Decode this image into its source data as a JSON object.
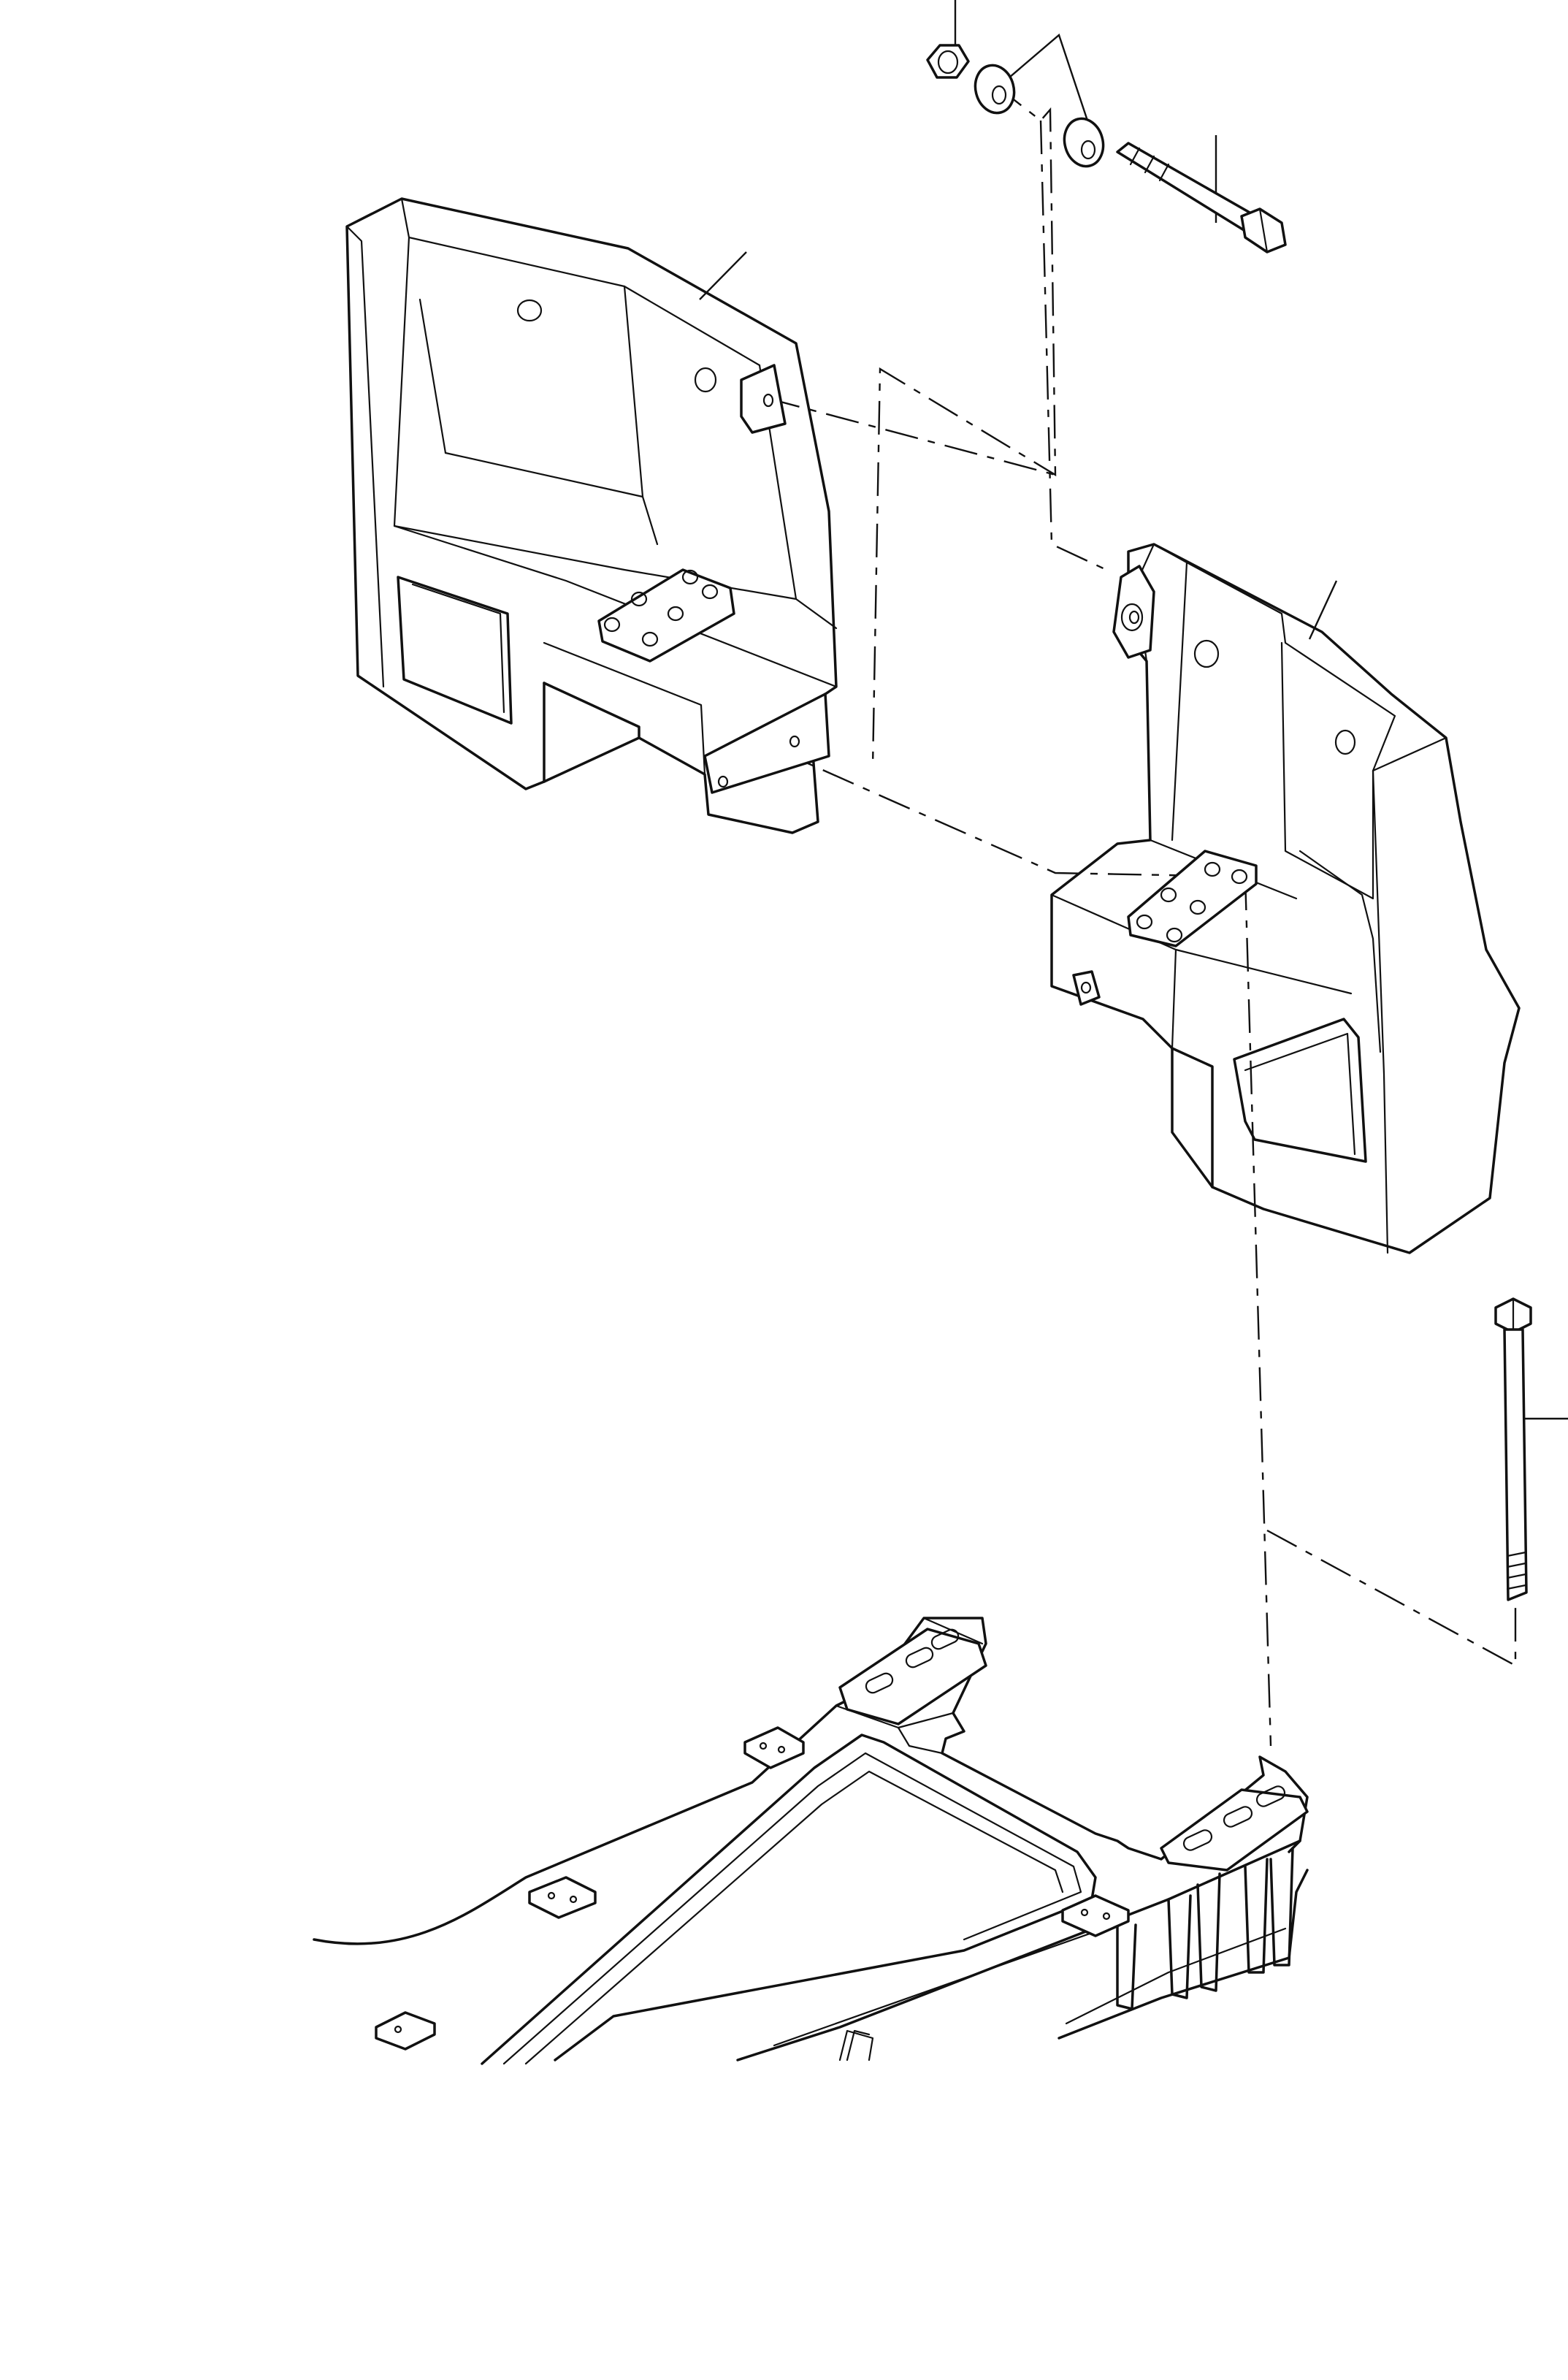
{
  "diagram": {
    "type": "exploded-parts-view",
    "text_labels": [],
    "parts": [
      {
        "id": "nut",
        "icon": "hex-nut-icon"
      },
      {
        "id": "washer-1",
        "icon": "washer-icon"
      },
      {
        "id": "washer-2",
        "icon": "washer-icon"
      },
      {
        "id": "short-bolt",
        "icon": "hex-bolt-icon"
      },
      {
        "id": "counterweight-left",
        "icon": "counterweight-icon"
      },
      {
        "id": "counterweight-right",
        "icon": "counterweight-icon"
      },
      {
        "id": "long-bolt",
        "icon": "hex-bolt-icon"
      },
      {
        "id": "frame",
        "icon": "frame-icon"
      }
    ],
    "colors": {
      "line": "#111111",
      "background": "#ffffff"
    }
  }
}
